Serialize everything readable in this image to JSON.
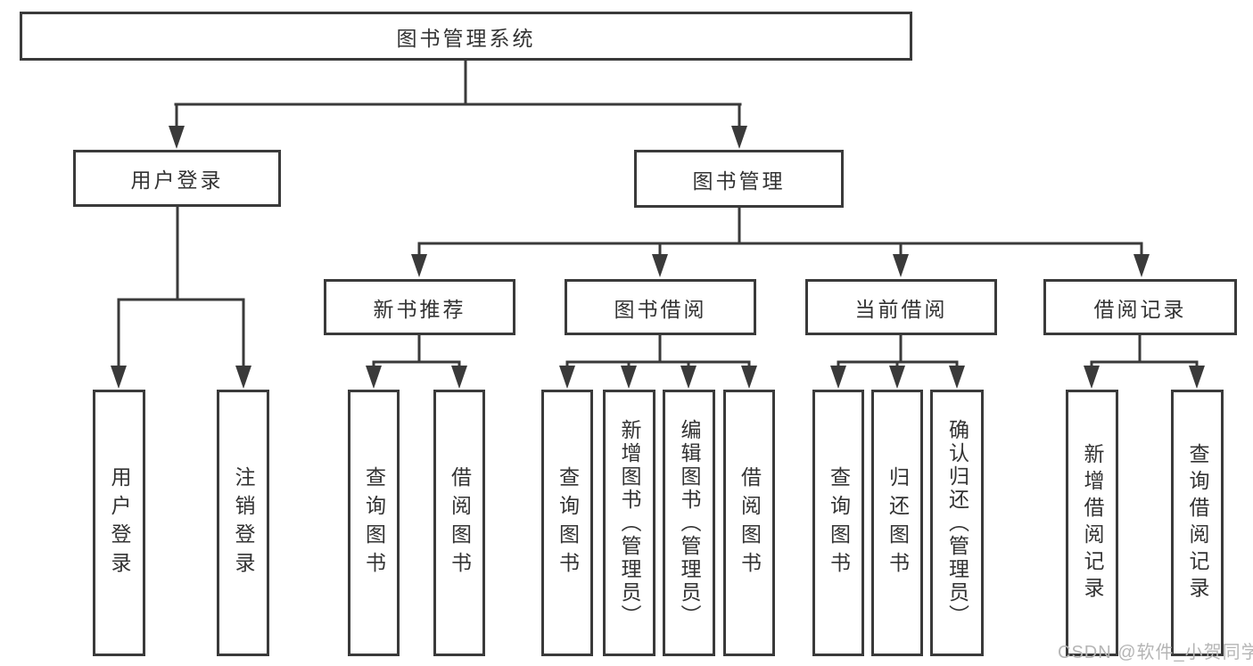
{
  "diagram": {
    "title": "图书管理系统",
    "type": "hierarchy-functional-structure",
    "nodes": {
      "root": "图书管理系统",
      "user_login": "用户登录",
      "book_mgmt": "图书管理",
      "new_book_rec": "新书推荐",
      "book_borrow": "图书借阅",
      "current_borrow": "当前借阅",
      "borrow_records": "借阅记录",
      "leaf_user_login": "用户登录",
      "leaf_logout": "注销登录",
      "leaf_query_books_rec": "查询图书",
      "leaf_borrow_books_rec": "借阅图书",
      "leaf_query_books_borrow": "查询图书",
      "leaf_add_book": "新增图书（管理员）",
      "leaf_edit_book": "编辑图书（管理员）",
      "leaf_borrow_books_borrow": "借阅图书",
      "leaf_query_books_current": "查询图书",
      "leaf_return_book": "归还图书",
      "leaf_confirm_return": "确认归还（管理员）",
      "leaf_add_borrow_record": "新增借阅记录",
      "leaf_query_borrow_record": "查询借阅记录"
    },
    "hierarchy": {
      "图书管理系统": {
        "用户登录": [
          "用户登录",
          "注销登录"
        ],
        "图书管理": {
          "新书推荐": [
            "查询图书",
            "借阅图书"
          ],
          "图书借阅": [
            "查询图书",
            "新增图书（管理员）",
            "编辑图书（管理员）",
            "借阅图书"
          ],
          "当前借阅": [
            "查询图书",
            "归还图书",
            "确认归还（管理员）"
          ],
          "借阅记录": [
            "新增借阅记录",
            "查询借阅记录"
          ]
        }
      }
    }
  },
  "watermark": "CSDN @软件_小贺同学",
  "colors": {
    "line": "#3a3a3a",
    "text": "#333333",
    "background": "#ffffff",
    "watermark": "#b5b5b5"
  }
}
